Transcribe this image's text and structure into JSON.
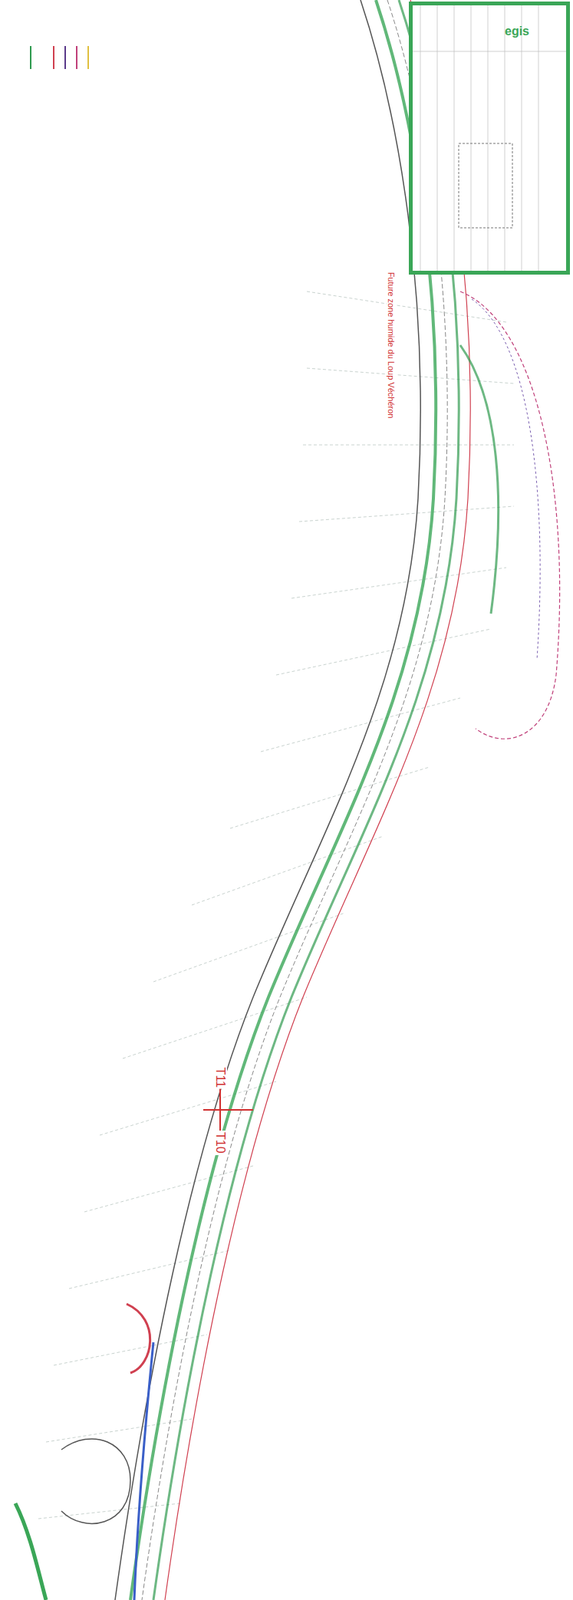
{
  "diagram": {
    "nodes": [
      {
        "text": [
          "egis"
        ]
      }
    ],
    "labels": [
      "Future zone humide du Loup Véchéron",
      "T10",
      "T11"
    ]
  }
}
